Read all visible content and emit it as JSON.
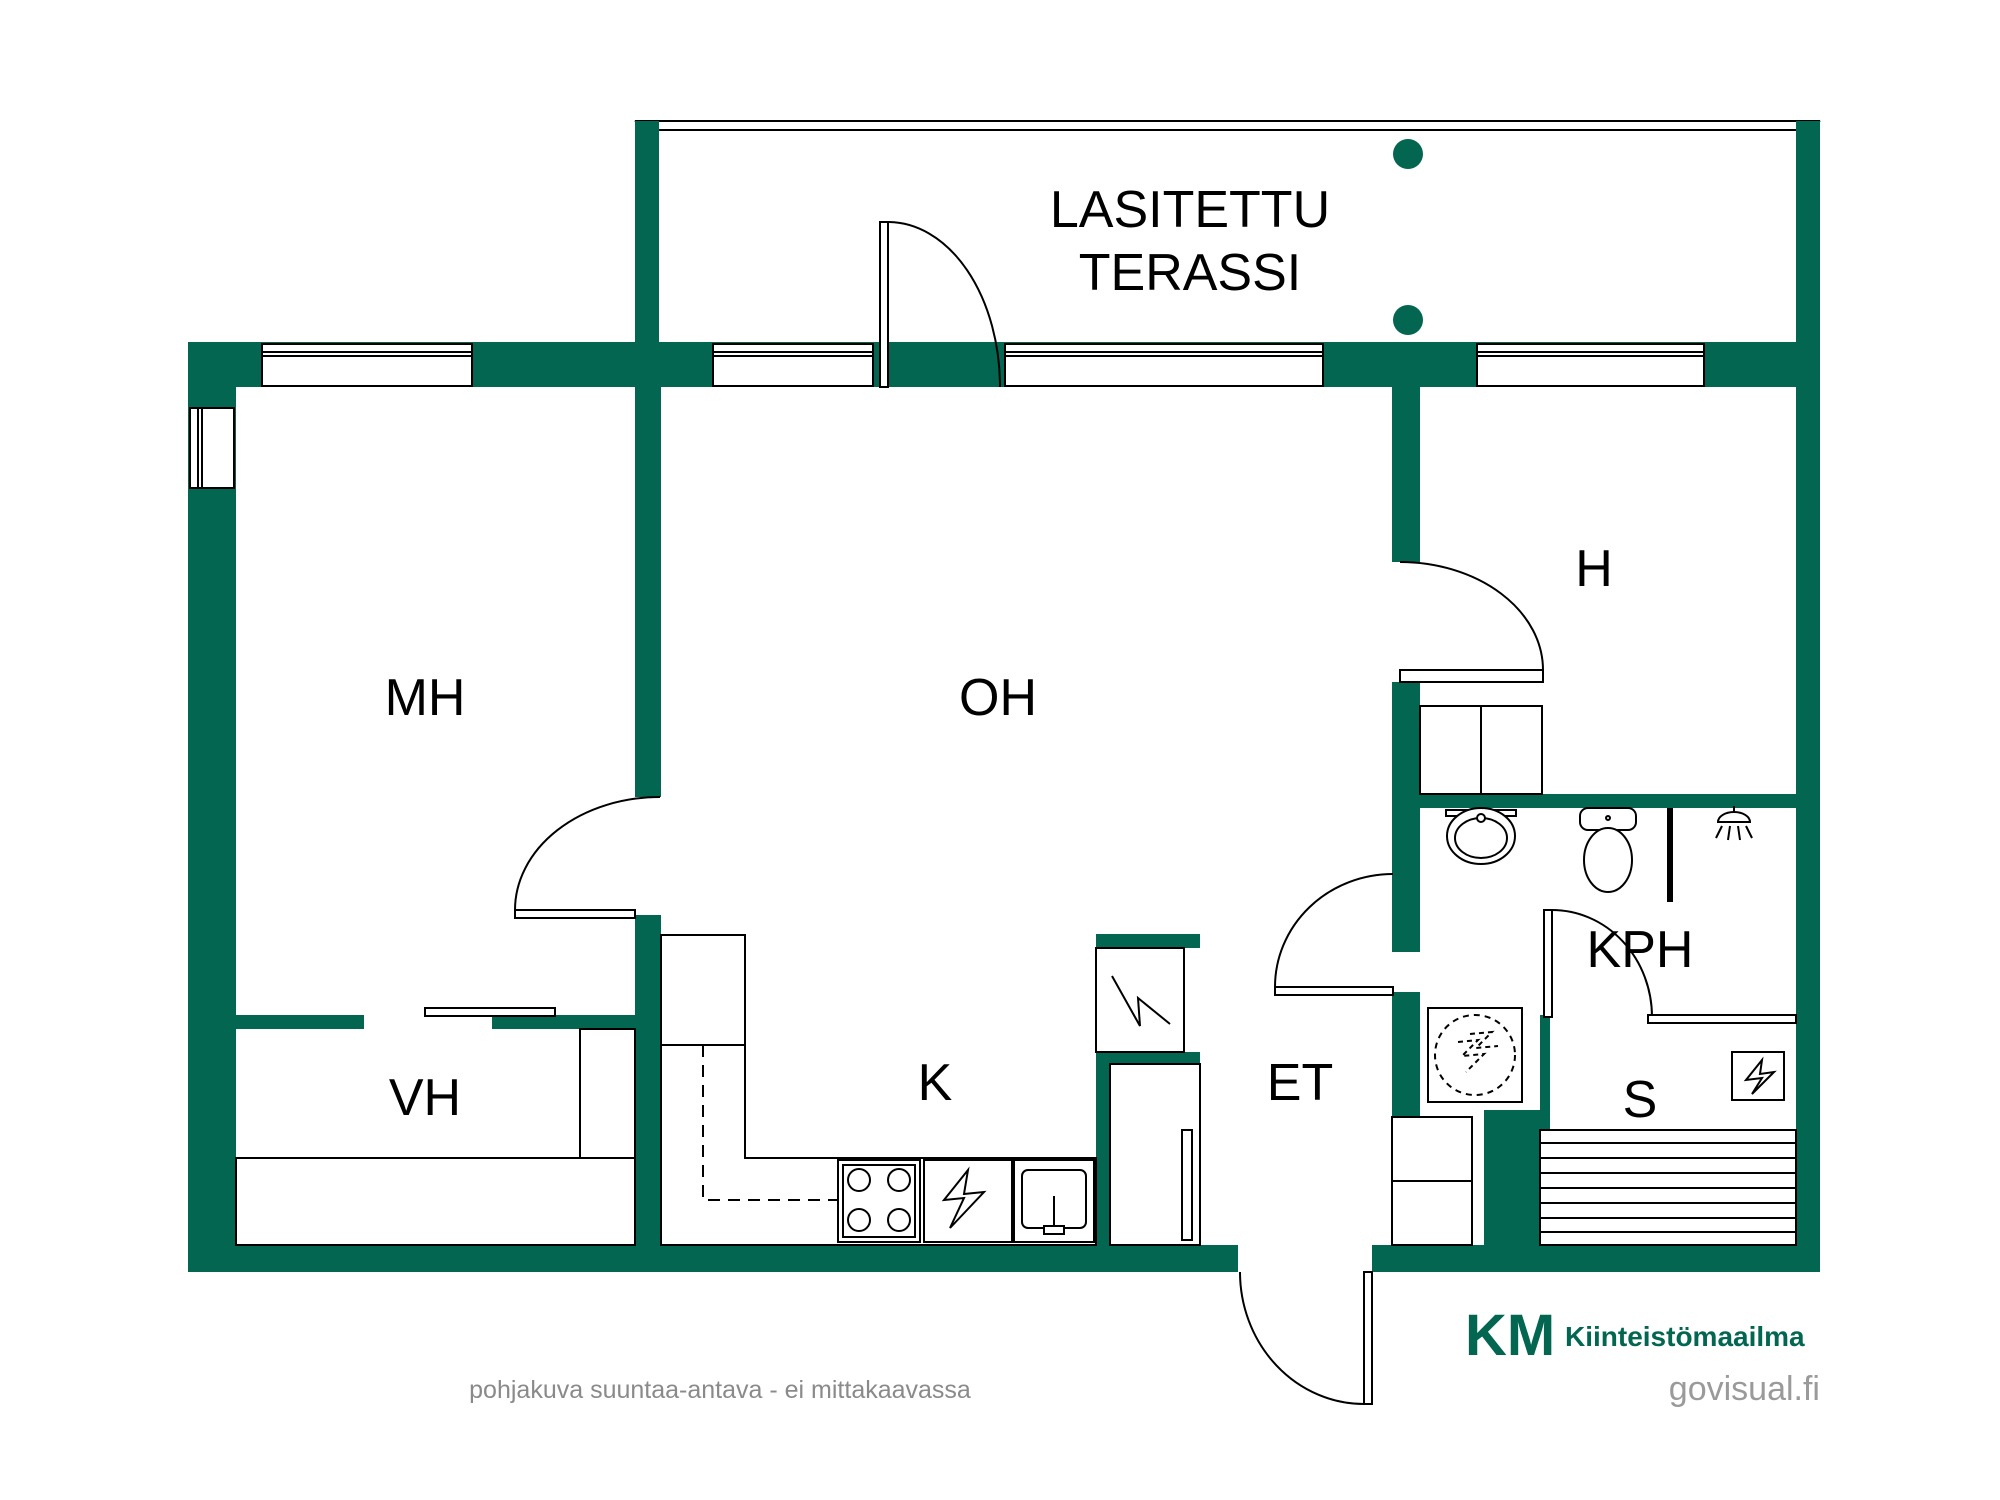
{
  "colors": {
    "wall": "#036650",
    "brand_dark": "#036650",
    "brand_light": "#2ecf7a",
    "muted_text": "#8a8a8a"
  },
  "rooms": {
    "terrace": [
      "LASITETTU",
      "TERASSI"
    ],
    "mh": "MH",
    "oh": "OH",
    "h": "H",
    "vh": "VH",
    "k": "K",
    "et": "ET",
    "kph": "KPH",
    "s": "S"
  },
  "footer": {
    "note": "pohjakuva suuntaa-antava - ei mittakaavassa",
    "brand_mark": "KM",
    "brand_name": "Kiinteistömaailma",
    "credit": "govisual.fi"
  },
  "icons": [
    "electric-panel-icon",
    "stove-icon",
    "sink-icon",
    "washbasin-icon",
    "toilet-icon",
    "shower-icon",
    "washing-machine-icon",
    "sauna-heater-icon",
    "sauna-bench-icon",
    "door-icon",
    "window-icon",
    "pillar-icon"
  ]
}
